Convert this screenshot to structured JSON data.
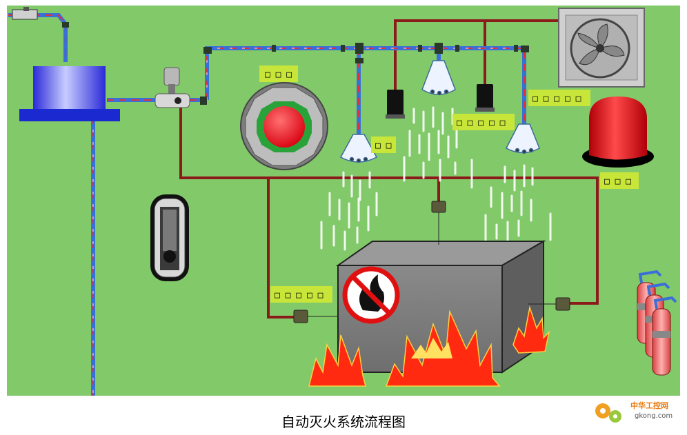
{
  "labels": {
    "tank_monitor": "□ □ □",
    "sprinkler_left": "□ □",
    "smoke_detector": "□ □ □ □ □",
    "sprinkler_right": "□ □ □ □ □",
    "alarm": "□ □ □",
    "sensor_left": "□ □ □ □ □"
  },
  "caption": "自动灭火系统流程图",
  "watermark": {
    "brand": "中华工控网",
    "url": "gkong.com"
  },
  "colors": {
    "background": "#82c96a",
    "pipe_blue": "#3a6fd8",
    "pipe_red": "#e0303c",
    "wire": "#8b1a1a",
    "flame": "#ff2a10",
    "alarm_red": "#e8141c"
  }
}
